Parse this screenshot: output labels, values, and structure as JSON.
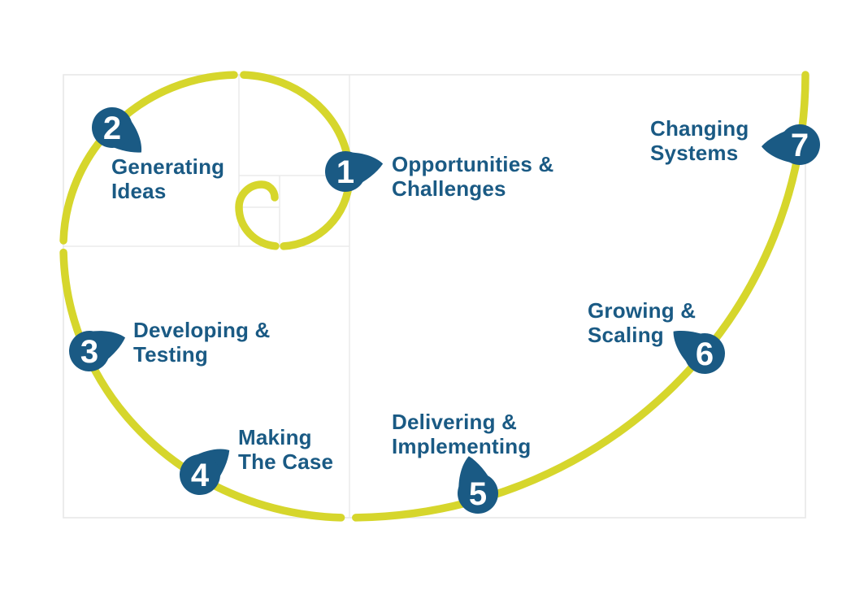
{
  "diagram": {
    "title": "innovation-spiral-process",
    "shape": "fibonacci-golden-spiral",
    "stages": [
      {
        "number": "1",
        "label": "Opportunities &\nChallenges"
      },
      {
        "number": "2",
        "label": "Generating\nIdeas"
      },
      {
        "number": "3",
        "label": "Developing &\nTesting"
      },
      {
        "number": "4",
        "label": "Making\nThe Case"
      },
      {
        "number": "5",
        "label": "Delivering &\nImplementing"
      },
      {
        "number": "6",
        "label": "Growing &\nScaling"
      },
      {
        "number": "7",
        "label": "Changing\nSystems"
      }
    ],
    "colors": {
      "spiral": "#d6d62c",
      "marker_fill": "#1a5a84",
      "marker_number": "#ffffff",
      "label_text": "#1a5a84",
      "grid_line": "#e8e8e8",
      "background": "#ffffff"
    }
  }
}
